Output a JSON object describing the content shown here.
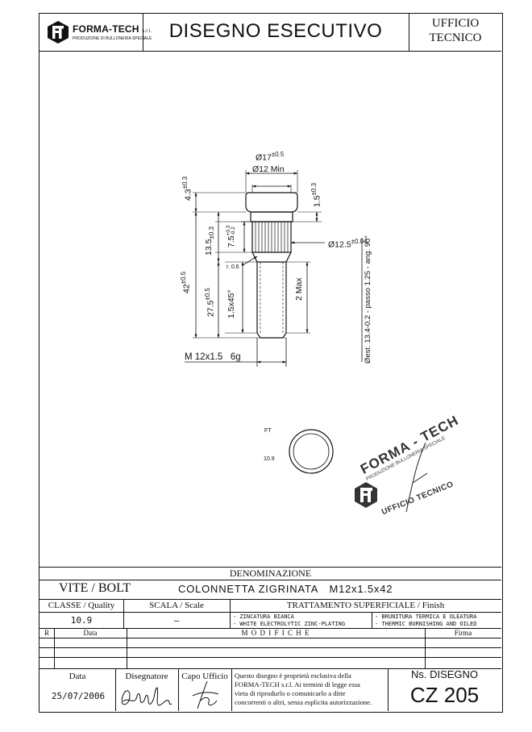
{
  "header": {
    "logo_brand": "FORMA-TECH",
    "logo_suffix": "s.r.l.",
    "logo_tagline": "PRODUZIONE DI BULLONERIA SPECIALE",
    "logo_mark": "FT",
    "title": "DISEGNO ESECUTIVO",
    "office_line1": "UFFICIO",
    "office_line2": "TECNICO"
  },
  "drawing": {
    "dim_head_diameter": "Ø17",
    "dim_head_diameter_tol": "±0.5",
    "dim_head_min": "Ø12 Min",
    "dim_head_height": "4.3",
    "dim_head_height_tol": "±0.3",
    "dim_collar": "1.5",
    "dim_collar_tol": "±0.3",
    "dim_knurl_length": "13.5",
    "dim_knurl_length_tol": "±0.3",
    "dim_knurl_sub": "7.5",
    "dim_knurl_sub_tol_up": "+0.3",
    "dim_knurl_sub_tol_dn": "-0.2",
    "dim_knurl_diameter": "Ø12.5",
    "dim_knurl_diameter_tol": "±0.04",
    "dim_radius": "r. 0.6",
    "dim_total_length": "42",
    "dim_total_length_tol": "±0.5",
    "dim_thread_length": "27.5",
    "dim_thread_length_tol": "±0.5",
    "dim_chamfer": "1.5x45°",
    "dim_max": "2 Max",
    "thread_spec": "M 12x1.5   6g",
    "knurl_note": "Øest. 13.4-0.2 - passo 1.25 - ang. 90°",
    "bottom_view_mark": "FT",
    "bottom_view_class": "10.9"
  },
  "stamp": {
    "brand": "FORMA - TECH",
    "tagline": "PRODUZIONE BULLONERIA SPECIALE",
    "mark": "FT",
    "line2": "UFFICIO TECNICO"
  },
  "title_block": {
    "denominazione_label": "DENOMINAZIONE",
    "part_type": "VITE / BOLT",
    "part_name": "COLONNETTA ZIGRINATA",
    "part_size": "M12x1.5x42",
    "classe_label": "CLASSE / Quality",
    "scala_label": "SCALA / Scale",
    "trattamento_label": "TRATTAMENTO SUPERFICIALE / Finish",
    "classe_value": "10.9",
    "scala_value": "—",
    "finish_1": "- ZINCATURA BIANCA",
    "finish_2": "- WHITE ELECTROLYTIC ZINC-PLATING",
    "finish_3": "- BRUNITURA TERMICA E OLEATURA",
    "finish_4": "- THERMIC BURNISHING AND OILED",
    "rev_r_label": "R",
    "rev_data_label": "Data",
    "rev_modifiche_label": "M O D I F I C H E",
    "rev_firma_label": "Firma",
    "data_label": "Data",
    "disegnatore_label": "Disegnatore",
    "capo_ufficio_label": "Capo Ufficio",
    "date_value": "25/07/2006",
    "copyright_1": "Questo disegno è proprietà esclusiva della",
    "copyright_2": "FORMA-TECH s.r.l. Ai termini di legge essa",
    "copyright_3": "vieta di riprodurlo o comunicarlo a ditte",
    "copyright_4": "concorrenti o altri, senza esplicita autorizzazione.",
    "ns_disegno_label": "Ns. DISEGNO",
    "drawing_number": "CZ 205"
  }
}
